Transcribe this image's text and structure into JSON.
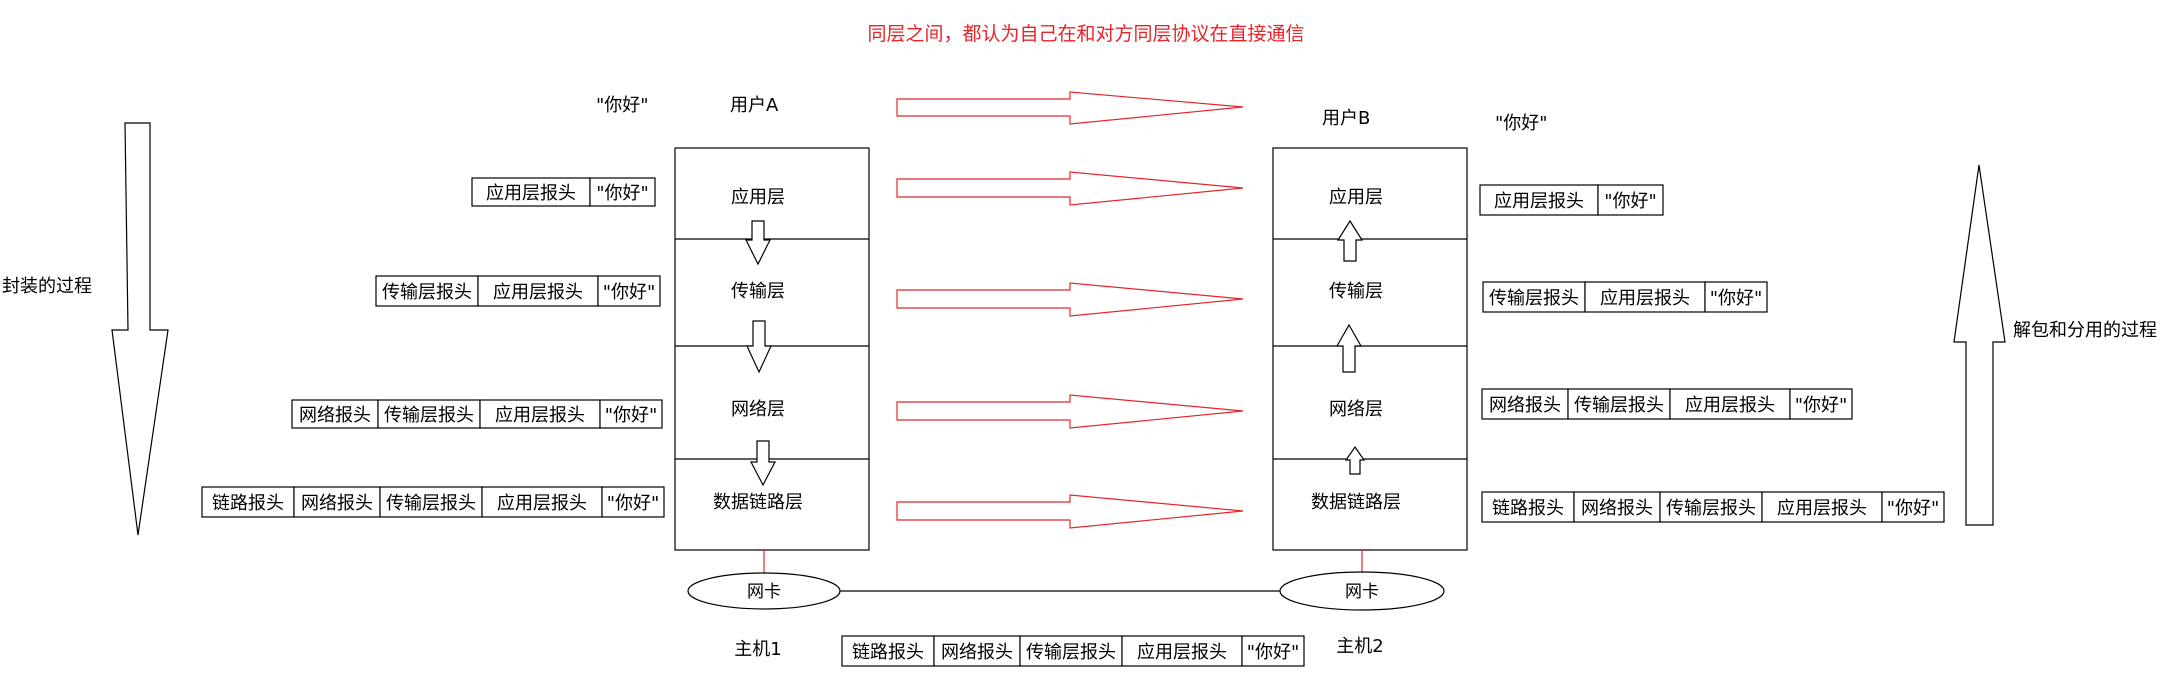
{
  "title": "同层之间，都认为自己在和对方同层协议在直接通信",
  "left_side_label": "封装的过程",
  "right_side_label": "解包和分用的过程",
  "host1": {
    "user_label": "用户A",
    "message": "\"你好\"",
    "layers": [
      "应用层",
      "传输层",
      "网络层",
      "数据链路层"
    ],
    "nic_label": "网卡",
    "host_label": "主机1"
  },
  "host2": {
    "user_label": "用户B",
    "message": "\"你好\"",
    "layers": [
      "应用层",
      "传输层",
      "网络层",
      "数据链路层"
    ],
    "nic_label": "网卡",
    "host_label": "主机2"
  },
  "headers": {
    "link": "链路报头",
    "network": "网络报头",
    "transport": "传输层报头",
    "application": "应用层报头",
    "payload": "\"你好\""
  },
  "colors": {
    "title": "#e8242a",
    "peer_arrow": "#e8242a",
    "nic_wire": "#e8242a",
    "stroke": "#000000"
  }
}
